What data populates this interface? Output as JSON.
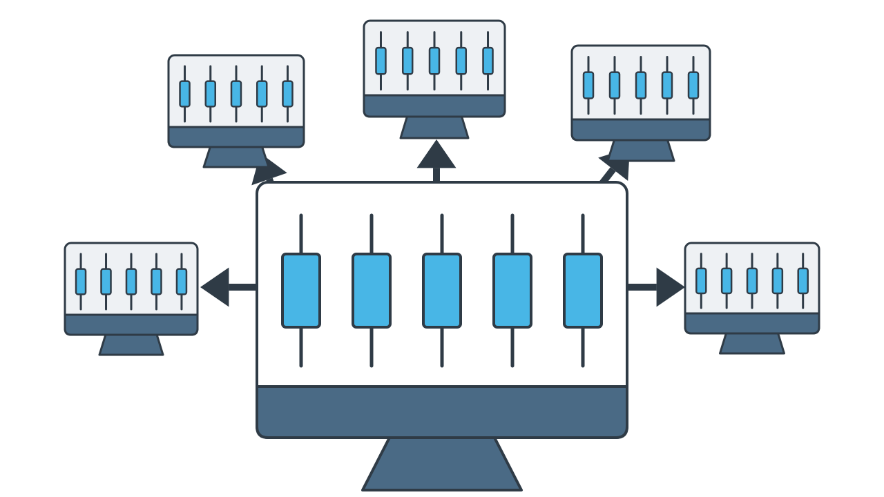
{
  "diagram": {
    "central_monitor": {
      "icon": "monitor-icon",
      "candlestick_count": 5
    },
    "peripheral_monitors": [
      {
        "name": "monitor-top-left",
        "icon": "monitor-icon",
        "candlestick_count": 5
      },
      {
        "name": "monitor-top-center",
        "icon": "monitor-icon",
        "candlestick_count": 5
      },
      {
        "name": "monitor-top-right",
        "icon": "monitor-icon",
        "candlestick_count": 5
      },
      {
        "name": "monitor-left",
        "icon": "monitor-icon",
        "candlestick_count": 5
      },
      {
        "name": "monitor-right",
        "icon": "monitor-icon",
        "candlestick_count": 5
      }
    ],
    "connections": [
      {
        "from": "central-monitor",
        "to": "monitor-top-left",
        "icon": "arrow-icon"
      },
      {
        "from": "central-monitor",
        "to": "monitor-top-center",
        "icon": "arrow-icon"
      },
      {
        "from": "central-monitor",
        "to": "monitor-top-right",
        "icon": "arrow-icon"
      },
      {
        "from": "central-monitor",
        "to": "monitor-left",
        "icon": "arrow-icon"
      },
      {
        "from": "central-monitor",
        "to": "monitor-right",
        "icon": "arrow-icon"
      }
    ]
  },
  "colors": {
    "outline": "#2f3b46",
    "screen": "#ffffff",
    "screen_small": "#eef1f4",
    "base": "#4a6a85",
    "candle": "#48b6e6",
    "arrow": "#2f3b46",
    "background": "#ffffff"
  }
}
